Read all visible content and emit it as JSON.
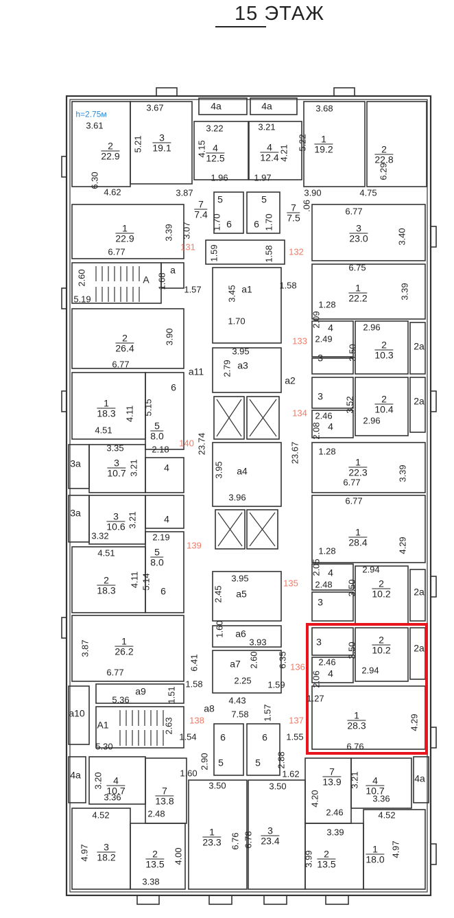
{
  "title": "15 ЭТАЖ",
  "ceiling_height": "h=2.75м",
  "highlight_color": "#e8141e",
  "rooms": [
    {
      "n": "2",
      "area": "22.9"
    },
    {
      "n": "3",
      "area": "19.1"
    },
    {
      "n": "4",
      "area": "12.5"
    },
    {
      "n": "4",
      "area": "12.4"
    },
    {
      "n": "1",
      "area": "19.2"
    },
    {
      "n": "2",
      "area": "22.8"
    },
    {
      "n": "7",
      "area": "7.4"
    },
    {
      "n": "7",
      "area": "7.5"
    },
    {
      "n": "1",
      "area": "22.9"
    },
    {
      "n": "3",
      "area": "23.0"
    },
    {
      "n": "1",
      "area": "22.2"
    },
    {
      "n": "2",
      "area": "26.4"
    },
    {
      "n": "1",
      "area": "18.3"
    },
    {
      "n": "5",
      "area": "8.0"
    },
    {
      "n": "3",
      "area": "10.7"
    },
    {
      "n": "3",
      "area": "10.6"
    },
    {
      "n": "5",
      "area": "8.0"
    },
    {
      "n": "2",
      "area": "18.3"
    },
    {
      "n": "1",
      "area": "26.2"
    },
    {
      "n": "2",
      "area": "10.3"
    },
    {
      "n": "2",
      "area": "10.4"
    },
    {
      "n": "1",
      "area": "22.3"
    },
    {
      "n": "1",
      "area": "28.4"
    },
    {
      "n": "2",
      "area": "10.2"
    },
    {
      "n": "2",
      "area": "10.2"
    },
    {
      "n": "1",
      "area": "28.3"
    },
    {
      "n": "4",
      "area": "10.7"
    },
    {
      "n": "7",
      "area": "13.8"
    },
    {
      "n": "1",
      "area": "23.3"
    },
    {
      "n": "3",
      "area": "23.4"
    },
    {
      "n": "7",
      "area": "13.9"
    },
    {
      "n": "4",
      "area": "10.7"
    },
    {
      "n": "3",
      "area": "18.2"
    },
    {
      "n": "2",
      "area": "13.5"
    },
    {
      "n": "2",
      "area": "13.5"
    },
    {
      "n": "1",
      "area": "18.0"
    }
  ],
  "room_types": [
    "5",
    "5",
    "6",
    "6",
    "4",
    "3",
    "3",
    "4",
    "6",
    "4",
    "4",
    "6",
    "4",
    "3",
    "3",
    "4",
    "6",
    "6",
    "5",
    "5"
  ],
  "zones": [
    "4a",
    "4a",
    "a",
    "A",
    "a1",
    "a11",
    "a2",
    "a3",
    "a4",
    "a5",
    "a6",
    "a7",
    "a8",
    "a9",
    "a10",
    "A1",
    "3a",
    "3a",
    "2a",
    "2a",
    "2a",
    "2a",
    "4a",
    "4a"
  ],
  "apartment_numbers": [
    "131",
    "132",
    "133",
    "134",
    "140",
    "139",
    "135",
    "136",
    "138",
    "137"
  ],
  "dimensions": [
    "3.67",
    "3.61",
    "5.21",
    "6.30",
    "4.62",
    "3.22",
    "4.15",
    "3.21",
    "4.21",
    "3.68",
    "5.22",
    "6.29",
    "4.75",
    "1.96",
    "1.97",
    "3.87",
    "3.90",
    "3.07",
    "1.70",
    "1.70",
    ".06",
    "6.77",
    "3.39",
    "6.77",
    "3.40",
    "1.59",
    "1.58",
    "2.60",
    "1.68",
    "5.19",
    "1.57",
    "1.58",
    "3.45",
    "1.70",
    "6.75",
    "3.39",
    "1.28",
    "3.90",
    "6.77",
    "4.11",
    "5.15",
    "4.51",
    "3.35",
    "2.18",
    "3.21",
    "23.74",
    "3.21",
    "3.32",
    "2.19",
    "4.51",
    "5.14",
    "4.11",
    "3.87",
    "6.77",
    "5.36",
    "1.51",
    "2.63",
    "5.30",
    "3.95",
    "2.79",
    "3.95",
    "3.96",
    "3.95",
    "2.45",
    "1.60",
    "3.93",
    "2.60",
    "2.25",
    "6.41",
    "1.58",
    "6.35",
    "1.59",
    "4.43",
    "7.58",
    "1.57",
    "1.54",
    "1.55",
    "2.90",
    "2.88",
    "1.60",
    "1.62",
    "3.50",
    "3.50",
    "2.09",
    "2.49",
    "2.96",
    "3.50",
    "23.67",
    "2.46",
    "2.08",
    "3.52",
    "2.96",
    "1.28",
    "6.77",
    "3.39",
    "6.77",
    "4.29",
    "1.28",
    "2.05",
    "2.48",
    "2.94",
    "3.50",
    "3.50",
    "2.46",
    "2.06",
    "2.94",
    "1.27",
    "4.29",
    "6.76",
    "3.20",
    "3.36",
    "2.48",
    "4.52",
    "4.97",
    "3.38",
    "4.00",
    "6.76",
    "6.78",
    "4.20",
    "2.46",
    "3.39",
    "3.21",
    "3.36",
    "4.52",
    "4.97",
    "3.99"
  ]
}
